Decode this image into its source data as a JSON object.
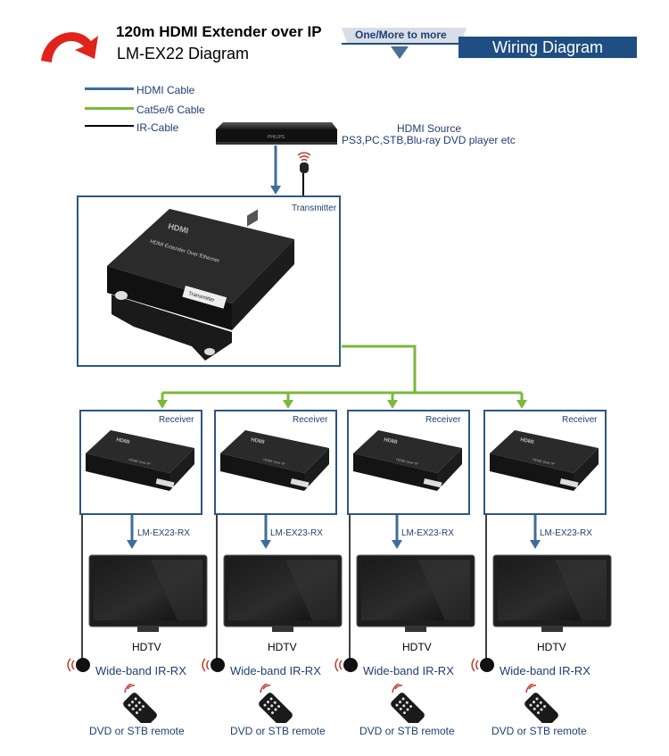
{
  "header": {
    "title_line1": "120m HDMI Extender over IP",
    "title_line2": "LM-EX22 Diagram",
    "banner_top": "One/More to more",
    "banner_main": "Wiring Diagram"
  },
  "legend": [
    {
      "label": "HDMI Cable",
      "color": "#3f6d9a"
    },
    {
      "label": "Cat5e/6 Cable",
      "color": "#7ab93b"
    },
    {
      "label": "IR-Cable",
      "color": "#000000"
    }
  ],
  "source": {
    "title": "HDMI Source",
    "subtitle": "PS3,PC,STB,Blu-ray DVD player etc",
    "device_brand": "PHILIPS"
  },
  "transmitter": {
    "label": "Transmitter",
    "device_logo": "HDMI",
    "device_text": "HDMI Extender Over Ethernet",
    "device_tag": "Transmitter"
  },
  "receivers": [
    {
      "label": "Receiver",
      "model": "LM-EX23-RX",
      "device_logo": "HDMI",
      "device_text": "HDMI Over IP",
      "tv": "HDTV",
      "ir": "Wide-band IR-RX",
      "remote": "DVD or STB remote"
    },
    {
      "label": "Receiver",
      "model": "LM-EX23-RX",
      "device_logo": "HDMI",
      "device_text": "HDMI Over IP",
      "tv": "HDTV",
      "ir": "Wide-band IR-RX",
      "remote": "DVD or STB remote"
    },
    {
      "label": "Receiver",
      "model": "LM-EX23-RX",
      "device_logo": "HDMI",
      "device_text": "HDMI Over IP",
      "tv": "HDTV",
      "ir": "Wide-band IR-RX",
      "remote": "DVD or STB remote"
    },
    {
      "label": "Receiver",
      "model": "LM-EX23-RX",
      "device_logo": "HDMI",
      "device_text": "HDMI Over IP",
      "tv": "HDTV",
      "ir": "Wide-band IR-RX",
      "remote": "DVD or STB remote"
    }
  ],
  "colors": {
    "hdmi": "#3f6d9a",
    "cat": "#7ab93b",
    "ir": "#000000",
    "box_border": "#2e5684",
    "banner": "#1f4f82",
    "arrow_red": "#e0241b"
  }
}
